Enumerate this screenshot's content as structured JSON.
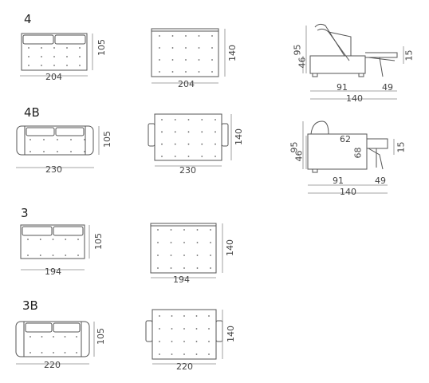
{
  "models": [
    {
      "name": "4",
      "seat_width": "204",
      "seat_depth": "105",
      "bed_width": "204",
      "bed_length": "140"
    },
    {
      "name": "4B",
      "seat_width": "230",
      "seat_depth": "105",
      "bed_width": "230",
      "bed_length": "140"
    },
    {
      "name": "3",
      "seat_width": "194",
      "seat_depth": "105",
      "bed_width": "194",
      "bed_length": "140"
    },
    {
      "name": "3B",
      "seat_width": "220",
      "seat_depth": "105",
      "bed_width": "220",
      "bed_length": "140"
    }
  ],
  "side_views": [
    {
      "height_back": "95",
      "height_seat": "46",
      "mattress": "15",
      "depth_main": "91",
      "depth_ext": "49",
      "depth_total": "140"
    },
    {
      "height_back": "95",
      "height_seat": "46",
      "mattress": "15",
      "depth_main": "91",
      "depth_ext": "49",
      "depth_total": "140",
      "inner_a": "62",
      "inner_b": "68"
    }
  ]
}
